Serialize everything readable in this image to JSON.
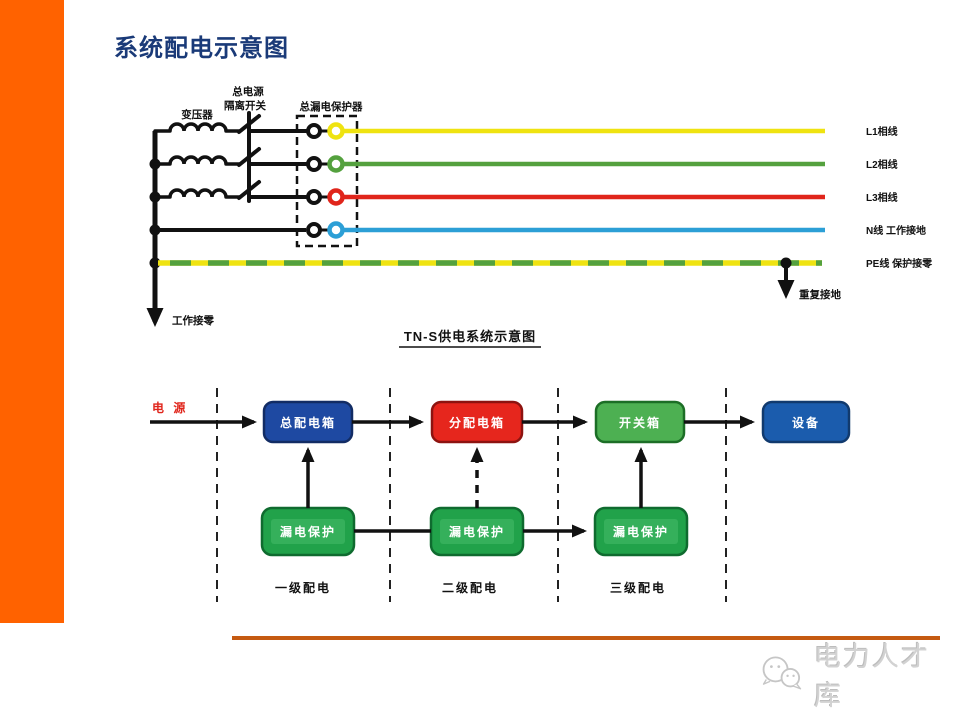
{
  "slide": {
    "title": "系统配电示意图",
    "footer_brand": "电力人才库"
  },
  "tns": {
    "caption": "TN-S供电系统示意图",
    "transformer_label": "变压器",
    "switch_label_line1": "总电源",
    "switch_label_line2": "隔离开关",
    "rcd_label": "总漏电保护器",
    "working_neutral_label": "工作接零",
    "repeat_ground_label": "重复接地",
    "phase_lines": [
      {
        "name": "L1",
        "label": "L1相线",
        "color": "#efe311"
      },
      {
        "name": "L2",
        "label": "L2相线",
        "color": "#54a13e"
      },
      {
        "name": "L3",
        "label": "L3相线",
        "color": "#e0251b"
      },
      {
        "name": "N",
        "label": "N线  工作接地",
        "color": "#2c9fd6"
      },
      {
        "name": "PE",
        "label": "PE线  保护接零",
        "color_primary": "#54a13e",
        "color_secondary": "#efe311"
      }
    ]
  },
  "flow": {
    "source_label": "电 源",
    "boxes": [
      {
        "label": "总配电箱",
        "color": "#1e49a2"
      },
      {
        "label": "分配电箱",
        "color": "#e6261d"
      },
      {
        "label": "开关箱",
        "color": "#4db052"
      },
      {
        "label": "设备",
        "color": "#1b5cad"
      }
    ],
    "rcd_boxes": [
      {
        "label": "漏电保护"
      },
      {
        "label": "漏电保护"
      },
      {
        "label": "漏电保护"
      }
    ],
    "stages": [
      {
        "label": "一级配电"
      },
      {
        "label": "二级配电"
      },
      {
        "label": "三级配电"
      }
    ]
  },
  "colors": {
    "sidebar": "#ff6200",
    "bottom_rule": "#c55a11",
    "title_text": "#1a3a78",
    "source_text": "#e0251b"
  }
}
